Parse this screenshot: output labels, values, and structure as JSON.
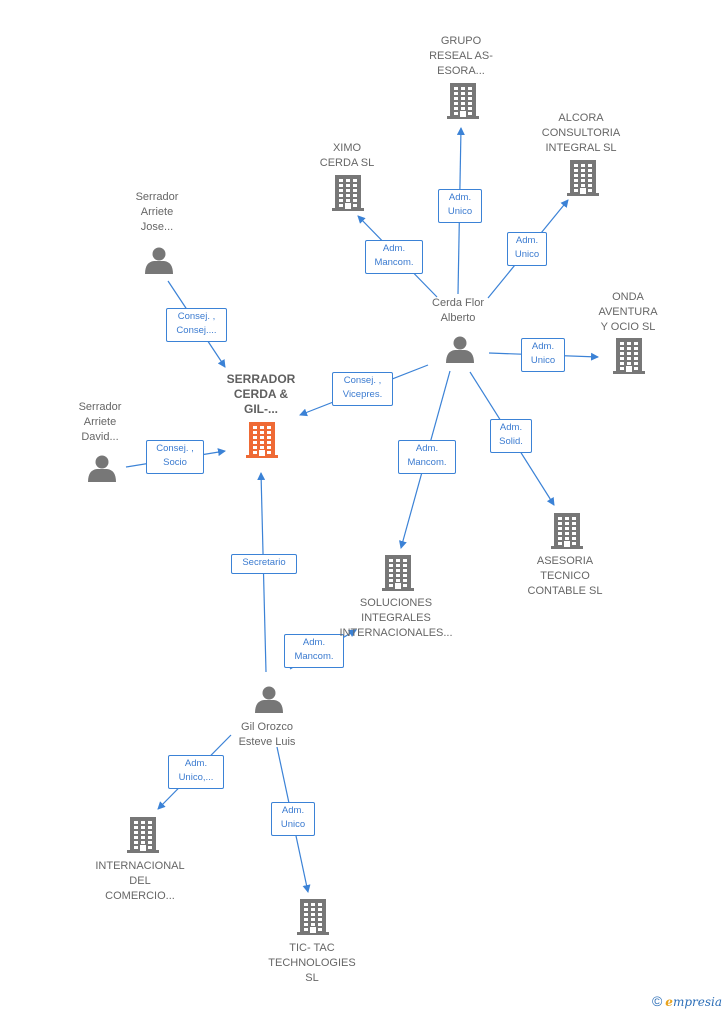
{
  "colors": {
    "edge": "#3b82d6",
    "company_icon": "#777777",
    "main_company_icon": "#ef6a35",
    "person_icon": "#777777",
    "label_text": "#666666"
  },
  "nodes": [
    {
      "id": "serrador_cerda",
      "type": "company",
      "main": true,
      "label": "SERRADOR\nCERDA &\nGIL-..."
    },
    {
      "id": "grupo_reseal",
      "type": "company",
      "label": "GRUPO\nRESEAL AS-\nESORA..."
    },
    {
      "id": "alcora",
      "type": "company",
      "label": "ALCORA\nCONSULTORIA\nINTEGRAL  SL"
    },
    {
      "id": "ximo",
      "type": "company",
      "label": "XIMO\nCERDA  SL"
    },
    {
      "id": "onda",
      "type": "company",
      "label": "ONDA\nAVENTURA\nY OCIO SL"
    },
    {
      "id": "asesoria",
      "type": "company",
      "label": "ASESORIA\nTECNICO\nCONTABLE  SL"
    },
    {
      "id": "soluciones",
      "type": "company",
      "label": "SOLUCIONES\nINTEGRALES\nINTERNACIONALES..."
    },
    {
      "id": "internacional",
      "type": "company",
      "label": "INTERNACIONAL\nDEL\nCOMERCIO..."
    },
    {
      "id": "tictac",
      "type": "company",
      "label": "TIC- TAC\nTECHNOLOGIES\nSL"
    },
    {
      "id": "serrador_jose",
      "type": "person",
      "label": "Serrador\nArriete\nJose..."
    },
    {
      "id": "serrador_david",
      "type": "person",
      "label": "Serrador\nArriete\nDavid..."
    },
    {
      "id": "cerda_flor",
      "type": "person",
      "label": "Cerda Flor\nAlberto"
    },
    {
      "id": "gil_orozco",
      "type": "person",
      "label": "Gil Orozco\nEsteve Luis"
    }
  ],
  "edges": [
    {
      "id": "e1",
      "from": "serrador_jose",
      "to": "serrador_cerda",
      "label": "Consej. ,\nConsej...."
    },
    {
      "id": "e2",
      "from": "serrador_david",
      "to": "serrador_cerda",
      "label": "Consej. ,\nSocio"
    },
    {
      "id": "e3",
      "from": "cerda_flor",
      "to": "serrador_cerda",
      "label": "Consej. ,\nVicepres."
    },
    {
      "id": "e4",
      "from": "gil_orozco",
      "to": "serrador_cerda",
      "label": "Secretario"
    },
    {
      "id": "e5",
      "from": "cerda_flor",
      "to": "grupo_reseal",
      "label": "Adm.\nUnico"
    },
    {
      "id": "e6",
      "from": "cerda_flor",
      "to": "alcora",
      "label": "Adm.\nUnico"
    },
    {
      "id": "e7",
      "from": "cerda_flor",
      "to": "ximo",
      "label": "Adm.\nMancom."
    },
    {
      "id": "e8",
      "from": "cerda_flor",
      "to": "onda",
      "label": "Adm.\nUnico"
    },
    {
      "id": "e9",
      "from": "cerda_flor",
      "to": "asesoria",
      "label": "Adm.\nSolid."
    },
    {
      "id": "e10",
      "from": "cerda_flor",
      "to": "soluciones",
      "label": "Adm.\nMancom."
    },
    {
      "id": "e11",
      "from": "gil_orozco",
      "to": "soluciones",
      "label": "Adm.\nMancom."
    },
    {
      "id": "e12",
      "from": "gil_orozco",
      "to": "internacional",
      "label": "Adm.\nUnico,..."
    },
    {
      "id": "e13",
      "from": "gil_orozco",
      "to": "tictac",
      "label": "Adm.\nUnico"
    }
  ],
  "footer": {
    "copyright": "©",
    "brand_e": "e",
    "brand_rest": "mpresia"
  }
}
